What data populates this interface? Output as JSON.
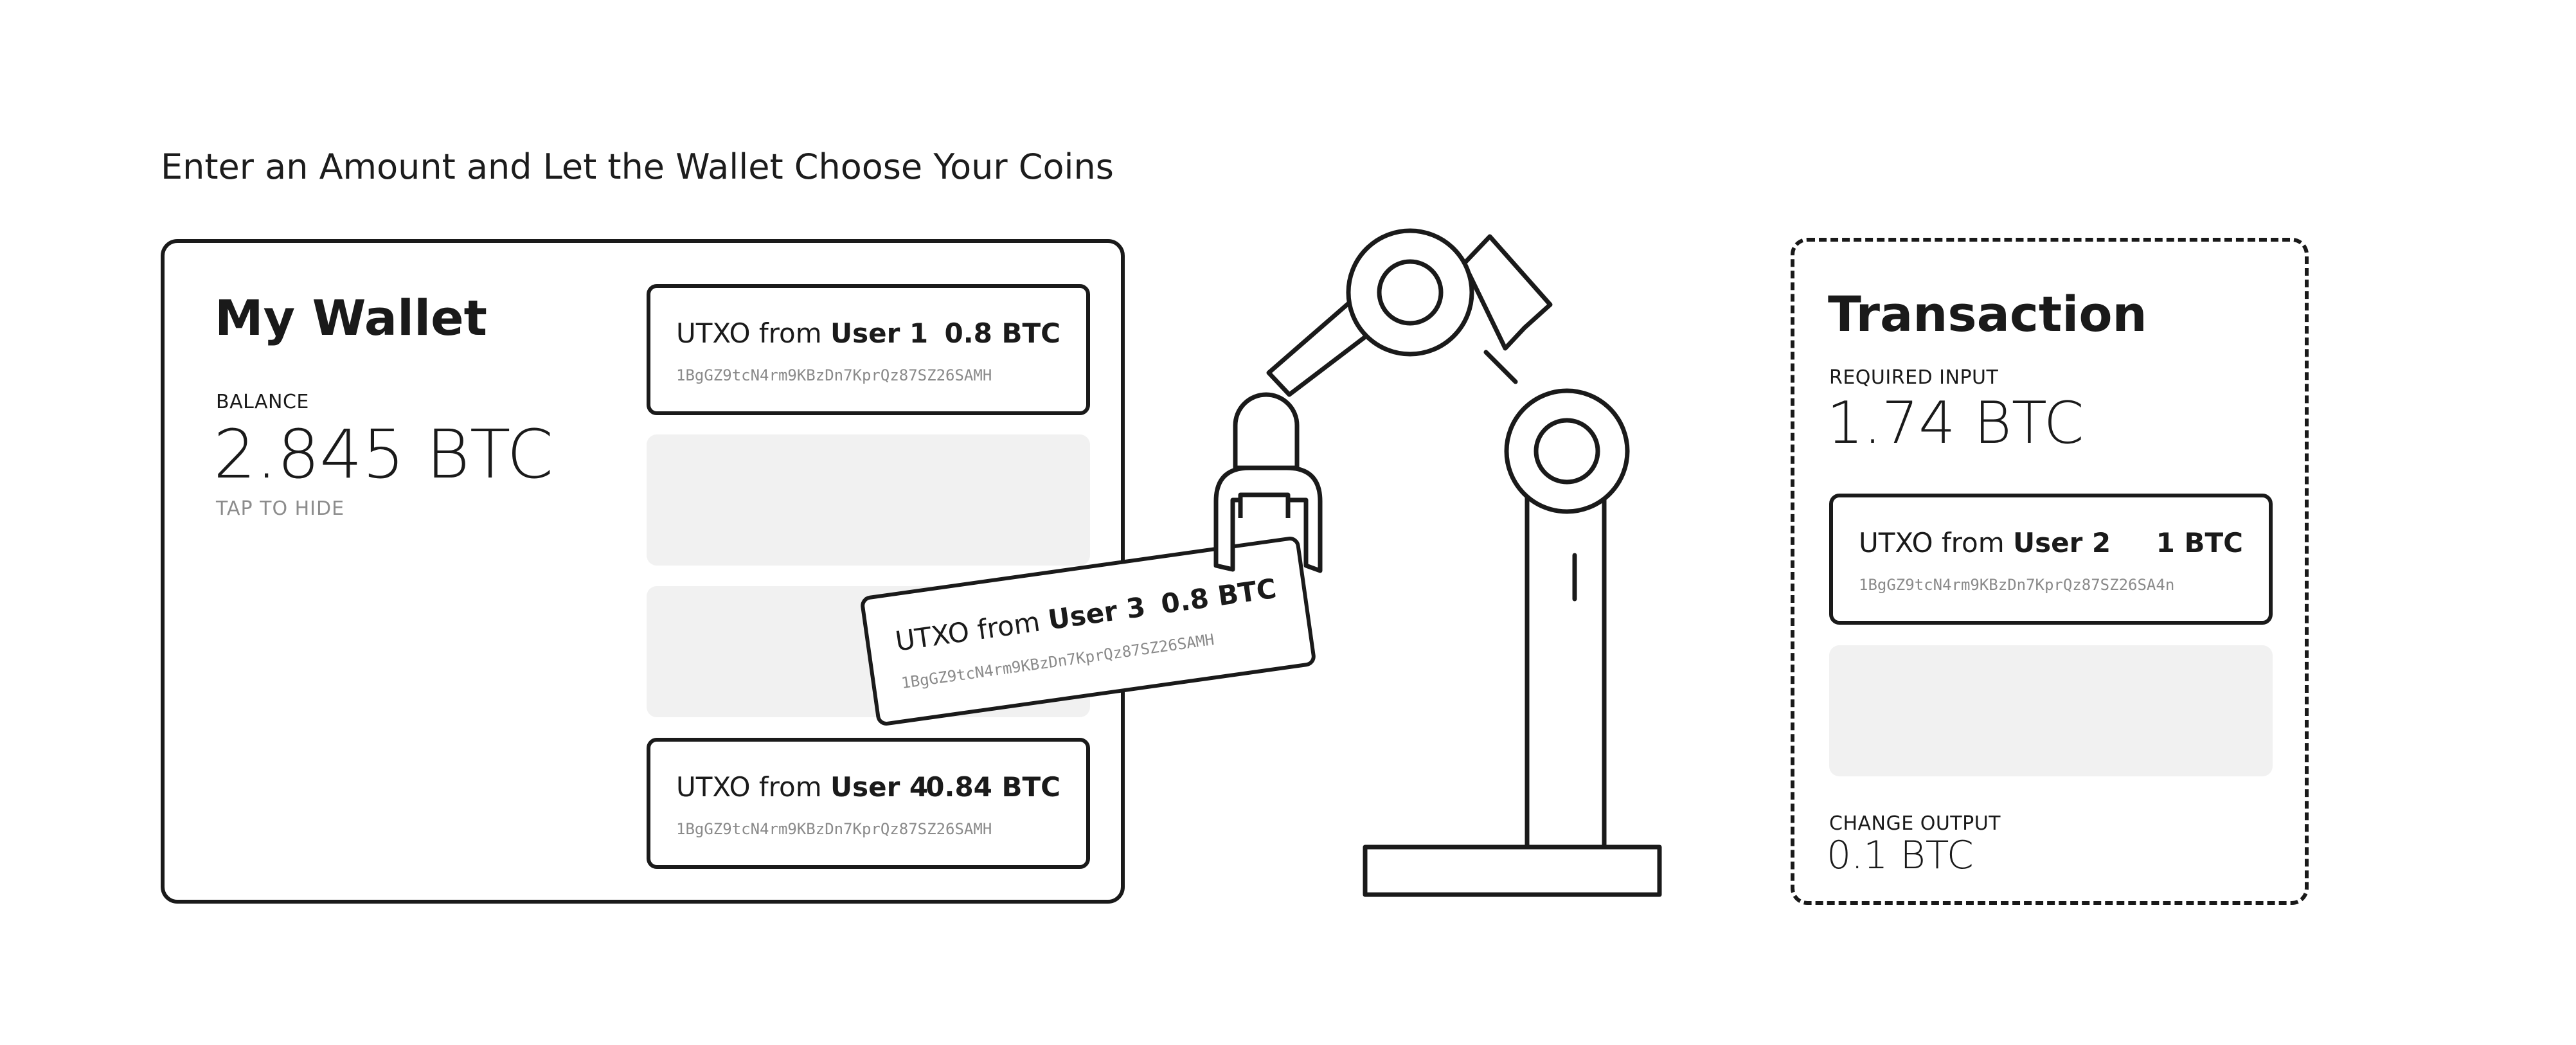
{
  "page": {
    "title": "Enter an Amount and Let the Wallet Choose Your Coins"
  },
  "wallet": {
    "title": "My Wallet",
    "balance_label": "BALANCE",
    "balance_value": "2.845 BTC",
    "hide_hint": "TAP TO HIDE",
    "utxos": [
      {
        "prefix": "UTXO from ",
        "user": "User 1",
        "amount": "0.8 BTC",
        "address": "1BgGZ9tcN4rm9KBzDn7KprQz87SZ26SAMH"
      },
      {
        "prefix": "UTXO from ",
        "user": "User 4",
        "amount": "0.84 BTC",
        "address": "1BgGZ9tcN4rm9KBzDn7KprQz87SZ26SAMH"
      }
    ]
  },
  "picked_utxo": {
    "prefix": "UTXO from ",
    "user": "User 3",
    "amount": "0.8 BTC",
    "address": "1BgGZ9tcN4rm9KBzDn7KprQz87SZ26SAMH"
  },
  "transaction": {
    "title": "Transaction",
    "required_label": "REQUIRED INPUT",
    "required_value": "1.74 BTC",
    "input_utxo": {
      "prefix": "UTXO from ",
      "user": "User 2",
      "amount": "1 BTC",
      "address": "1BgGZ9tcN4rm9KBzDn7KprQz87SZ26SA4n"
    },
    "change_label": "CHANGE OUTPUT",
    "change_value": "0.1 BTC"
  },
  "colors": {
    "ink": "#1a1a1a",
    "slot": "#f1f1f1",
    "muted": "#8c8c8c"
  },
  "icons": [
    "robot-arm-icon"
  ]
}
